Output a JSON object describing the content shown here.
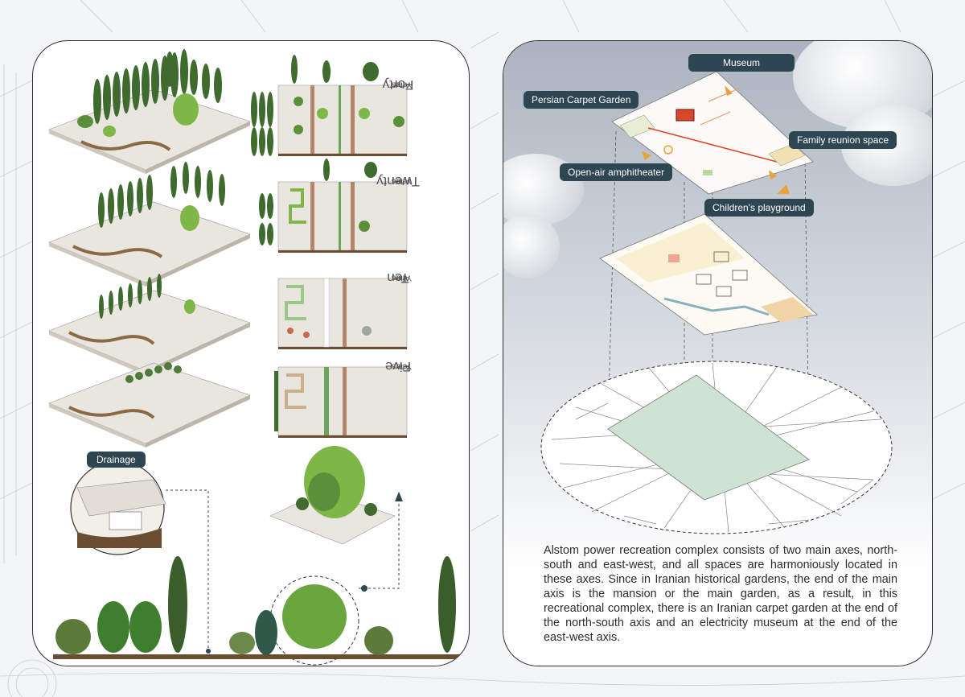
{
  "stages": [
    {
      "prefix": "After",
      "number": "Forty",
      "suffix": "Years"
    },
    {
      "prefix": "After",
      "number": "Twenty",
      "suffix": "Years"
    },
    {
      "prefix": "After",
      "number": "Ten",
      "suffix": "Years"
    },
    {
      "prefix": "After",
      "number": "Five",
      "suffix": "Years"
    }
  ],
  "drainage_label": "Drainage",
  "callouts": {
    "museum": "Museum",
    "persian_carpet_garden": "Persian Carpet Garden",
    "family_reunion_space": "Family reunion space",
    "open_air_amphitheater": "Open-air amphitheater",
    "childrens_playground": "Children's playground"
  },
  "description": "Alstom power recreation complex consists of two main axes, north-south and east-west, and all spaces are harmoniously located in these axes. Since in Iranian historical gardens, the end of the main axis is the mansion or the main garden, as a result, in this recreational complex, there is an Iranian carpet garden at the end of the north-south axis and an electricity museum at the end of the east-west axis.",
  "colors": {
    "callout_bg": "#2d4652",
    "tree_dark": "#3f6b2e",
    "tree_light": "#7fb648",
    "paving": "#e9e6df",
    "soil": "#6b4d33",
    "site_green": "#cfe3d2",
    "museum_red": "#d9472b",
    "arrow_orange": "#e8a33a"
  }
}
